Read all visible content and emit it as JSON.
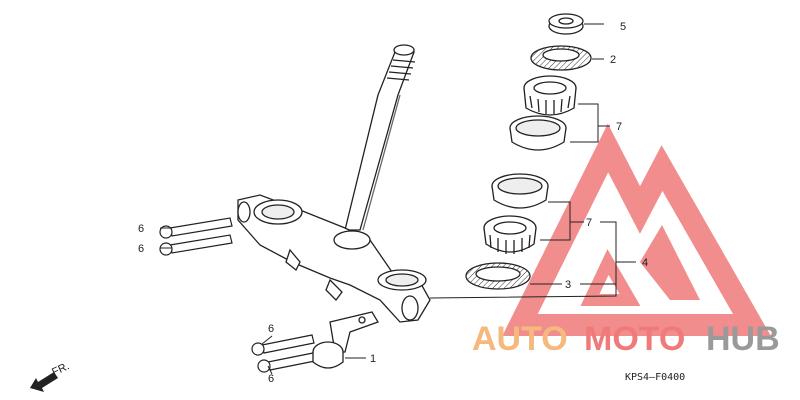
{
  "diagram": {
    "code": "KPS4—F0400",
    "direction": "FR.",
    "callouts": [
      {
        "id": "1",
        "text": "1"
      },
      {
        "id": "2",
        "text": "2"
      },
      {
        "id": "3",
        "text": "3"
      },
      {
        "id": "4",
        "text": "4"
      },
      {
        "id": "5",
        "text": "5"
      },
      {
        "id": "6a",
        "text": "6"
      },
      {
        "id": "6b",
        "text": "6"
      },
      {
        "id": "6c",
        "text": "6"
      },
      {
        "id": "6d",
        "text": "6"
      },
      {
        "id": "7a",
        "text": "7"
      },
      {
        "id": "7b",
        "text": "7"
      }
    ]
  },
  "watermark": {
    "part1": "AUTO",
    "part2": "MOTO",
    "part3": "HUB",
    "color_orange": "#f5b97e",
    "color_red": "#f07a7a",
    "color_gray": "#9a9a9a"
  }
}
